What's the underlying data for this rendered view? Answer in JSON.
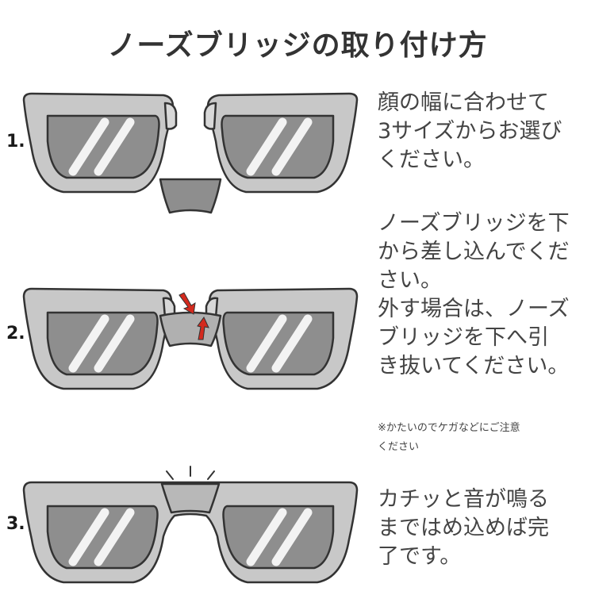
{
  "title": "ノーズブリッジの取り付け方",
  "steps": [
    {
      "number": "1.",
      "text": "顔の幅に合わせて\n3サイズからお選び\nください。"
    },
    {
      "number": "2.",
      "text": "ノーズブリッジを下\nから差し込んでくだ\nさい。\n外す場合は、ノーズ\nブリッジを下へ引\nき抜いてください。"
    },
    {
      "number": "3.",
      "text": "カチッと音が鳴る\nまではめ込めば完\n了です。"
    }
  ],
  "note": "※かたいのでケガなどにご注意\nください",
  "colors": {
    "frame_fill": "#c8c8c8",
    "frame_stroke": "#333333",
    "lens_fill": "#8e8e8e",
    "arrow": "#d42a1e"
  },
  "icons": [
    "glasses-detached-bridge",
    "glasses-bridge-inserting",
    "glasses-bridge-attached",
    "red-arrow-down",
    "red-arrow-up",
    "click-lines"
  ]
}
